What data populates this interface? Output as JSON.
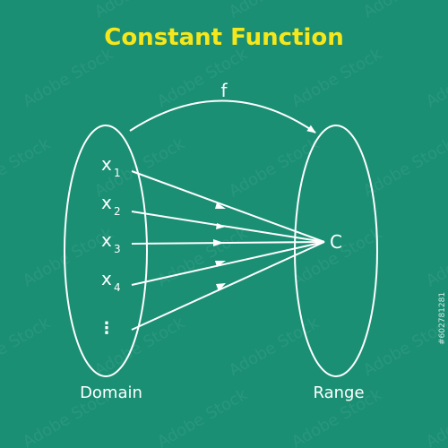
{
  "title": "Constant Function",
  "colors": {
    "background": "#1a8f74",
    "title": "#f5e71c",
    "stroke": "#ffffff"
  },
  "function_label": "f",
  "domain": {
    "label": "Domain",
    "elements": [
      {
        "base": "x",
        "sub": "1"
      },
      {
        "base": "x",
        "sub": "2"
      },
      {
        "base": "x",
        "sub": "3"
      },
      {
        "base": "x",
        "sub": "4"
      }
    ],
    "ellipsis": "⋮"
  },
  "range": {
    "label": "Range",
    "element": "C"
  },
  "watermark": "Adobe Stock",
  "stock_id": "#602781281"
}
